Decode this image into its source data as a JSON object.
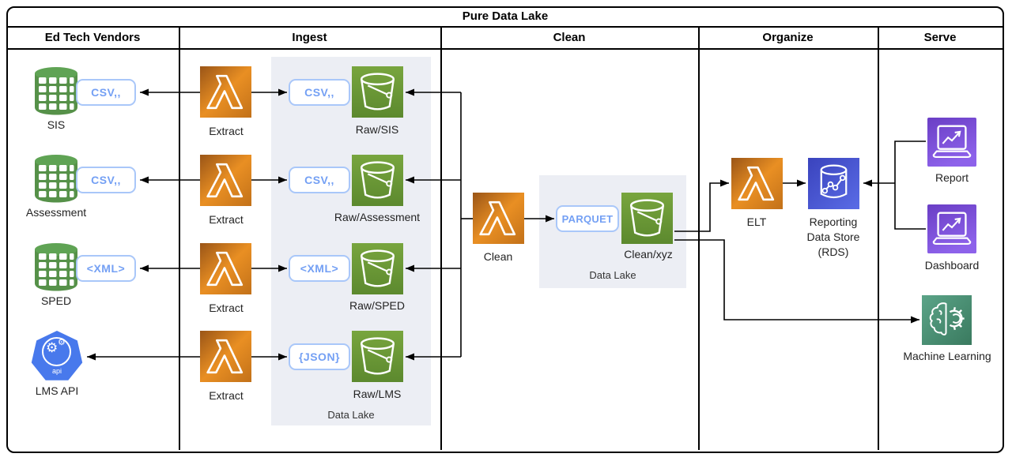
{
  "title": "Pure Data Lake",
  "columns": [
    "Ed Tech Vendors",
    "Ingest",
    "Clean",
    "Organize",
    "Serve"
  ],
  "vendors": {
    "sis": {
      "label": "SIS",
      "badge": "CSV,,"
    },
    "assessment": {
      "label": "Assessment",
      "badge": "CSV,,"
    },
    "sped": {
      "label": "SPED",
      "badge": "<XML>"
    },
    "lms": {
      "label": "LMS API",
      "api_text": "api"
    }
  },
  "ingest": {
    "extract_label": "Extract",
    "buckets": {
      "sis": {
        "badge": "CSV,,",
        "label": "Raw/SIS"
      },
      "assessment": {
        "badge": "CSV,,",
        "label": "Raw/Assessment"
      },
      "sped": {
        "badge": "<XML>",
        "label": "Raw/SPED"
      },
      "lms": {
        "badge": "{JSON}",
        "label": "Raw/LMS"
      }
    },
    "data_lake_label": "Data Lake"
  },
  "clean": {
    "lambda_label": "Clean",
    "badge": "PARQUET",
    "bucket_label": "Clean/xyz",
    "data_lake_label": "Data Lake"
  },
  "organize": {
    "lambda_label": "ELT",
    "store_lines": [
      "Reporting",
      "Data Store",
      "(RDS)"
    ]
  },
  "serve": {
    "report_label": "Report",
    "dashboard_label": "Dashboard",
    "ml_label": "Machine Learning"
  },
  "colors": {
    "lambda_orange": "#e98f23",
    "bucket_green": "#6a9a36",
    "database_green": "#569149",
    "api_blue": "#4879ec",
    "rds_blue": "#4a57d0",
    "report_purple": "#7b50d8",
    "ml_teal": "#4a8f73",
    "badge_border": "#a9c7f9",
    "badge_text": "#74a0f4",
    "data_lake_gray": "#eceef4",
    "line_black": "#000000"
  }
}
